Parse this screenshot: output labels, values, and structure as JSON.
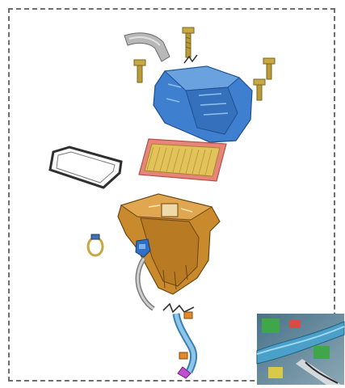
{
  "diagram": {
    "frame_style": "dashed border",
    "parts": [
      {
        "id": "upper-housing",
        "color": "#3f7fcf"
      },
      {
        "id": "air-filter-element",
        "color": "#d9b04a"
      },
      {
        "id": "housing-gasket",
        "color": "#2f2f2f"
      },
      {
        "id": "lower-housing",
        "color": "#c98a2e"
      },
      {
        "id": "hose-clamp",
        "color": "#c9a640"
      },
      {
        "id": "blue-connector",
        "color": "#2f6fc4"
      },
      {
        "id": "drain-tube",
        "color": "#9a9a9a"
      },
      {
        "id": "intake-hose",
        "color": "#6fb3df"
      },
      {
        "id": "hose-clips",
        "color": "#e0892a"
      },
      {
        "id": "bolts",
        "color": "#b99b3a"
      },
      {
        "id": "location-inset",
        "color": "#4aa0c9"
      }
    ]
  }
}
